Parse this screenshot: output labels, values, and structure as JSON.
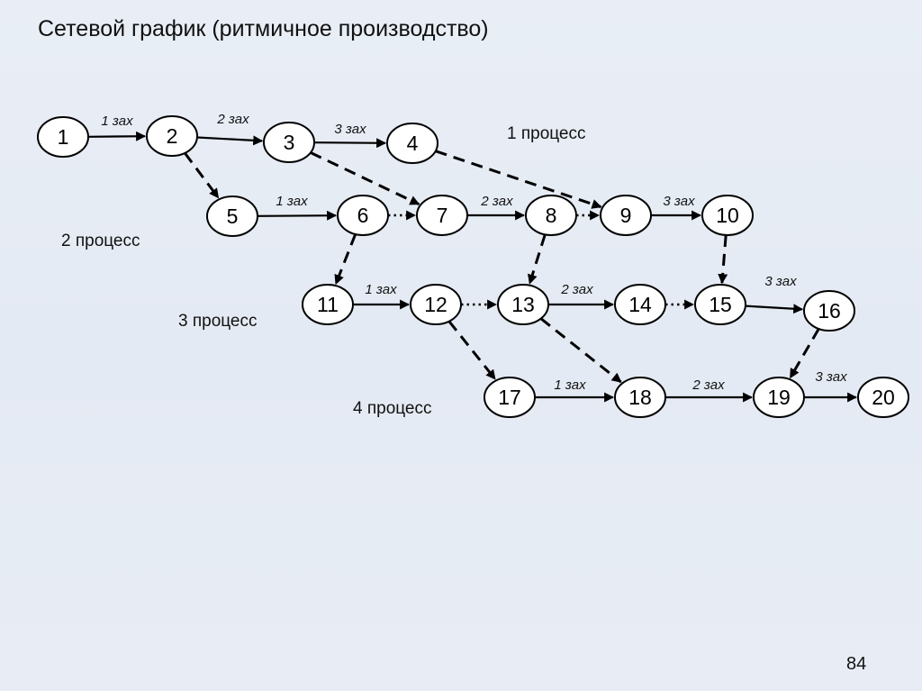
{
  "title": "Сетевой график (ритмичное производство)",
  "page_number": "84",
  "process_labels": [
    "1 процесс",
    "2 процесс",
    "3 процесс",
    "4 процесс"
  ],
  "nodes": [
    {
      "id": "1",
      "label": "1"
    },
    {
      "id": "2",
      "label": "2"
    },
    {
      "id": "3",
      "label": "3"
    },
    {
      "id": "4",
      "label": "4"
    },
    {
      "id": "5",
      "label": "5"
    },
    {
      "id": "6",
      "label": "6"
    },
    {
      "id": "7",
      "label": "7"
    },
    {
      "id": "8",
      "label": "8"
    },
    {
      "id": "9",
      "label": "9"
    },
    {
      "id": "10",
      "label": "10"
    },
    {
      "id": "11",
      "label": "11"
    },
    {
      "id": "12",
      "label": "12"
    },
    {
      "id": "13",
      "label": "13"
    },
    {
      "id": "14",
      "label": "14"
    },
    {
      "id": "15",
      "label": "15"
    },
    {
      "id": "16",
      "label": "16"
    },
    {
      "id": "17",
      "label": "17"
    },
    {
      "id": "18",
      "label": "18"
    },
    {
      "id": "19",
      "label": "19"
    },
    {
      "id": "20",
      "label": "20"
    }
  ],
  "edges": [
    {
      "from": "1",
      "to": "2",
      "style": "solid",
      "label": "1 зах"
    },
    {
      "from": "2",
      "to": "3",
      "style": "solid",
      "label": "2 зах"
    },
    {
      "from": "3",
      "to": "4",
      "style": "solid",
      "label": "3 зах"
    },
    {
      "from": "2",
      "to": "5",
      "style": "dashed",
      "label": ""
    },
    {
      "from": "3",
      "to": "7",
      "style": "dashed",
      "label": ""
    },
    {
      "from": "4",
      "to": "9",
      "style": "dashed",
      "label": ""
    },
    {
      "from": "5",
      "to": "6",
      "style": "solid",
      "label": "1 зах"
    },
    {
      "from": "6",
      "to": "7",
      "style": "dotted",
      "label": ""
    },
    {
      "from": "7",
      "to": "8",
      "style": "solid",
      "label": "2 зах"
    },
    {
      "from": "8",
      "to": "9",
      "style": "dotted",
      "label": ""
    },
    {
      "from": "9",
      "to": "10",
      "style": "solid",
      "label": "3 зах"
    },
    {
      "from": "6",
      "to": "11",
      "style": "dashed",
      "label": ""
    },
    {
      "from": "8",
      "to": "13",
      "style": "dashed",
      "label": ""
    },
    {
      "from": "10",
      "to": "15",
      "style": "dashed",
      "label": ""
    },
    {
      "from": "11",
      "to": "12",
      "style": "solid",
      "label": "1 зах"
    },
    {
      "from": "12",
      "to": "13",
      "style": "dotted",
      "label": ""
    },
    {
      "from": "13",
      "to": "14",
      "style": "solid",
      "label": "2 зах"
    },
    {
      "from": "14",
      "to": "15",
      "style": "dotted",
      "label": ""
    },
    {
      "from": "15",
      "to": "16",
      "style": "solid",
      "label": "3 зах"
    },
    {
      "from": "12",
      "to": "17",
      "style": "dashed",
      "label": ""
    },
    {
      "from": "13",
      "to": "18",
      "style": "dashed",
      "label": ""
    },
    {
      "from": "16",
      "to": "19",
      "style": "dashed",
      "label": ""
    },
    {
      "from": "17",
      "to": "18",
      "style": "solid",
      "label": "1 зах"
    },
    {
      "from": "18",
      "to": "19",
      "style": "solid",
      "label": "2 зах"
    },
    {
      "from": "19",
      "to": "20",
      "style": "solid",
      "label": "3 зах"
    }
  ]
}
